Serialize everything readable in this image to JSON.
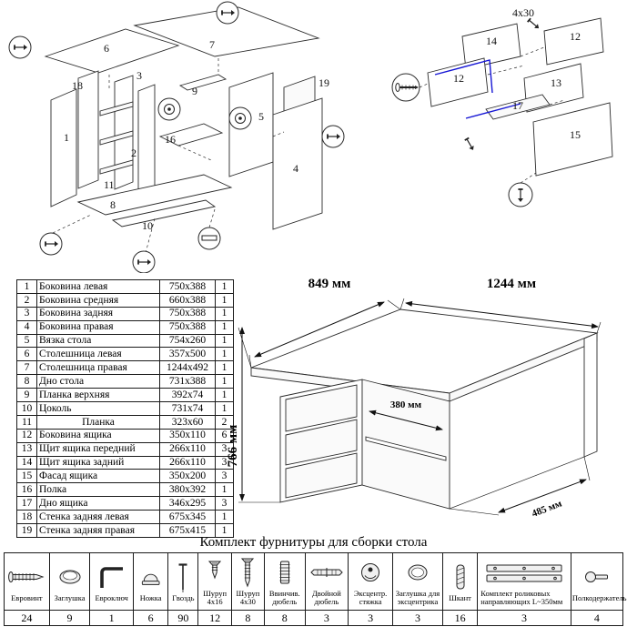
{
  "exploded": {
    "labels": [
      "1",
      "2",
      "3",
      "4",
      "5",
      "6",
      "7",
      "8",
      "9",
      "10",
      "11",
      "16",
      "18",
      "19"
    ]
  },
  "drawer": {
    "back_label": "14",
    "side_right_label": "12",
    "side_left_label": "12",
    "front_label": "13",
    "bottom_label": "17",
    "facade_label": "15",
    "screw_note": "4x30"
  },
  "dimensions": {
    "top_width": "1244 мм",
    "left_width": "849 мм",
    "height": "766 мм",
    "niche_width": "380 мм",
    "depth": "485 мм"
  },
  "parts_table": {
    "rows": [
      {
        "n": "1",
        "name": "Боковина левая",
        "size": "750x388",
        "qty": "1"
      },
      {
        "n": "2",
        "name": "Боковина средняя",
        "size": "660x388",
        "qty": "1"
      },
      {
        "n": "3",
        "name": "Боковина задняя",
        "size": "750x388",
        "qty": "1"
      },
      {
        "n": "4",
        "name": "Боковина правая",
        "size": "750x388",
        "qty": "1"
      },
      {
        "n": "5",
        "name": "Вязка стола",
        "size": "754x260",
        "qty": "1"
      },
      {
        "n": "6",
        "name": "Столешница левая",
        "size": "357x500",
        "qty": "1"
      },
      {
        "n": "7",
        "name": "Столешница правая",
        "size": "1244x492",
        "qty": "1"
      },
      {
        "n": "8",
        "name": "Дно стола",
        "size": "731x388",
        "qty": "1"
      },
      {
        "n": "9",
        "name": "Планка верхняя",
        "size": "392x74",
        "qty": "1"
      },
      {
        "n": "10",
        "name": "Цоколь",
        "size": "731x74",
        "qty": "1"
      },
      {
        "n": "11",
        "name": "Планка",
        "size": "323x60",
        "qty": "2"
      },
      {
        "n": "12",
        "name": "Боковина ящика",
        "size": "350x110",
        "qty": "6"
      },
      {
        "n": "13",
        "name": "Щит ящика передний",
        "size": "266x110",
        "qty": "3"
      },
      {
        "n": "14",
        "name": "Щит ящика задний",
        "size": "266x110",
        "qty": "3"
      },
      {
        "n": "15",
        "name": "Фасад ящика",
        "size": "350x200",
        "qty": "3"
      },
      {
        "n": "16",
        "name": "Полка",
        "size": "380x392",
        "qty": "1"
      },
      {
        "n": "17",
        "name": "Дно ящика",
        "size": "346x295",
        "qty": "3"
      },
      {
        "n": "18",
        "name": "Стенка задняя левая",
        "size": "675x345",
        "qty": "1"
      },
      {
        "n": "19",
        "name": "Стенка задняя правая",
        "size": "675x415",
        "qty": "1"
      }
    ]
  },
  "hardware": {
    "title": "Комплект фурнитуры для сборки стола",
    "items": [
      {
        "name": "Евровинт",
        "qty": "24"
      },
      {
        "name": "Заглушка",
        "qty": "9"
      },
      {
        "name": "Евроключ",
        "qty": "1"
      },
      {
        "name": "Ножка",
        "qty": "6"
      },
      {
        "name": "Гвоздь",
        "qty": "90"
      },
      {
        "name": "Шуруп 4x16",
        "qty": "12"
      },
      {
        "name": "Шуруп 4x30",
        "qty": "8"
      },
      {
        "name": "Ввинчив. дюбель",
        "qty": "8"
      },
      {
        "name": "Двойной дюбель",
        "qty": "3"
      },
      {
        "name": "Эксцентр. стяжка",
        "qty": "3"
      },
      {
        "name": "Заглушка для эксцентрика",
        "qty": "3"
      },
      {
        "name": "Шкант",
        "qty": "16"
      },
      {
        "name": "Комплект роликовых направляющих L~350мм",
        "qty": "3"
      },
      {
        "name": "Полкодержатель",
        "qty": "4"
      }
    ]
  }
}
